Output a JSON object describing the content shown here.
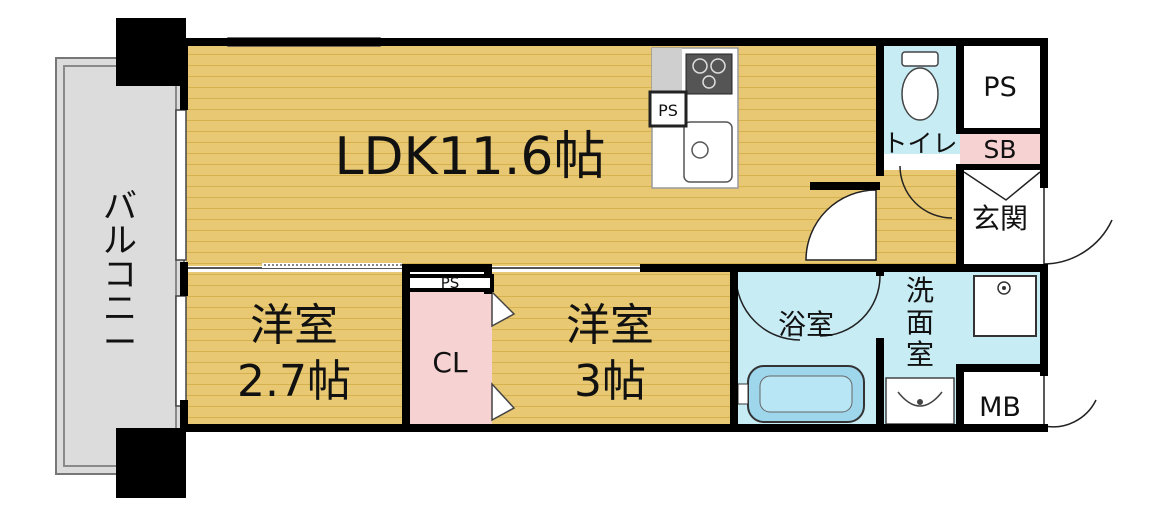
{
  "rooms": {
    "ldk": "LDK11.6帖",
    "bedroom1_name": "洋室",
    "bedroom1_size": "2.7帖",
    "bedroom2_name": "洋室",
    "bedroom2_size": "3帖",
    "closet": "CL",
    "toilet": "トイレ",
    "entrance": "玄関",
    "bathroom": "浴室",
    "washroom": "洗面室",
    "balcony": "バルコニー",
    "ps_top": "PS",
    "ps_kitchen": "PS",
    "ps_closet": "PS",
    "shoe_box": "SB",
    "meter_box": "MB"
  },
  "colors": {
    "floor_wood": "#e8c872",
    "wood_line": "#d9b656",
    "wet_area": "#c7ecf4",
    "closet": "#f6d2d2",
    "shoe_box": "#f6d2d2",
    "balcony": "#dcdcdc",
    "wall": "#000000"
  },
  "icons": [
    "toilet-icon",
    "kitchen-stove-icon",
    "kitchen-sink-icon",
    "bathtub-icon",
    "washbasin-icon",
    "washing-machine-drain-icon"
  ]
}
